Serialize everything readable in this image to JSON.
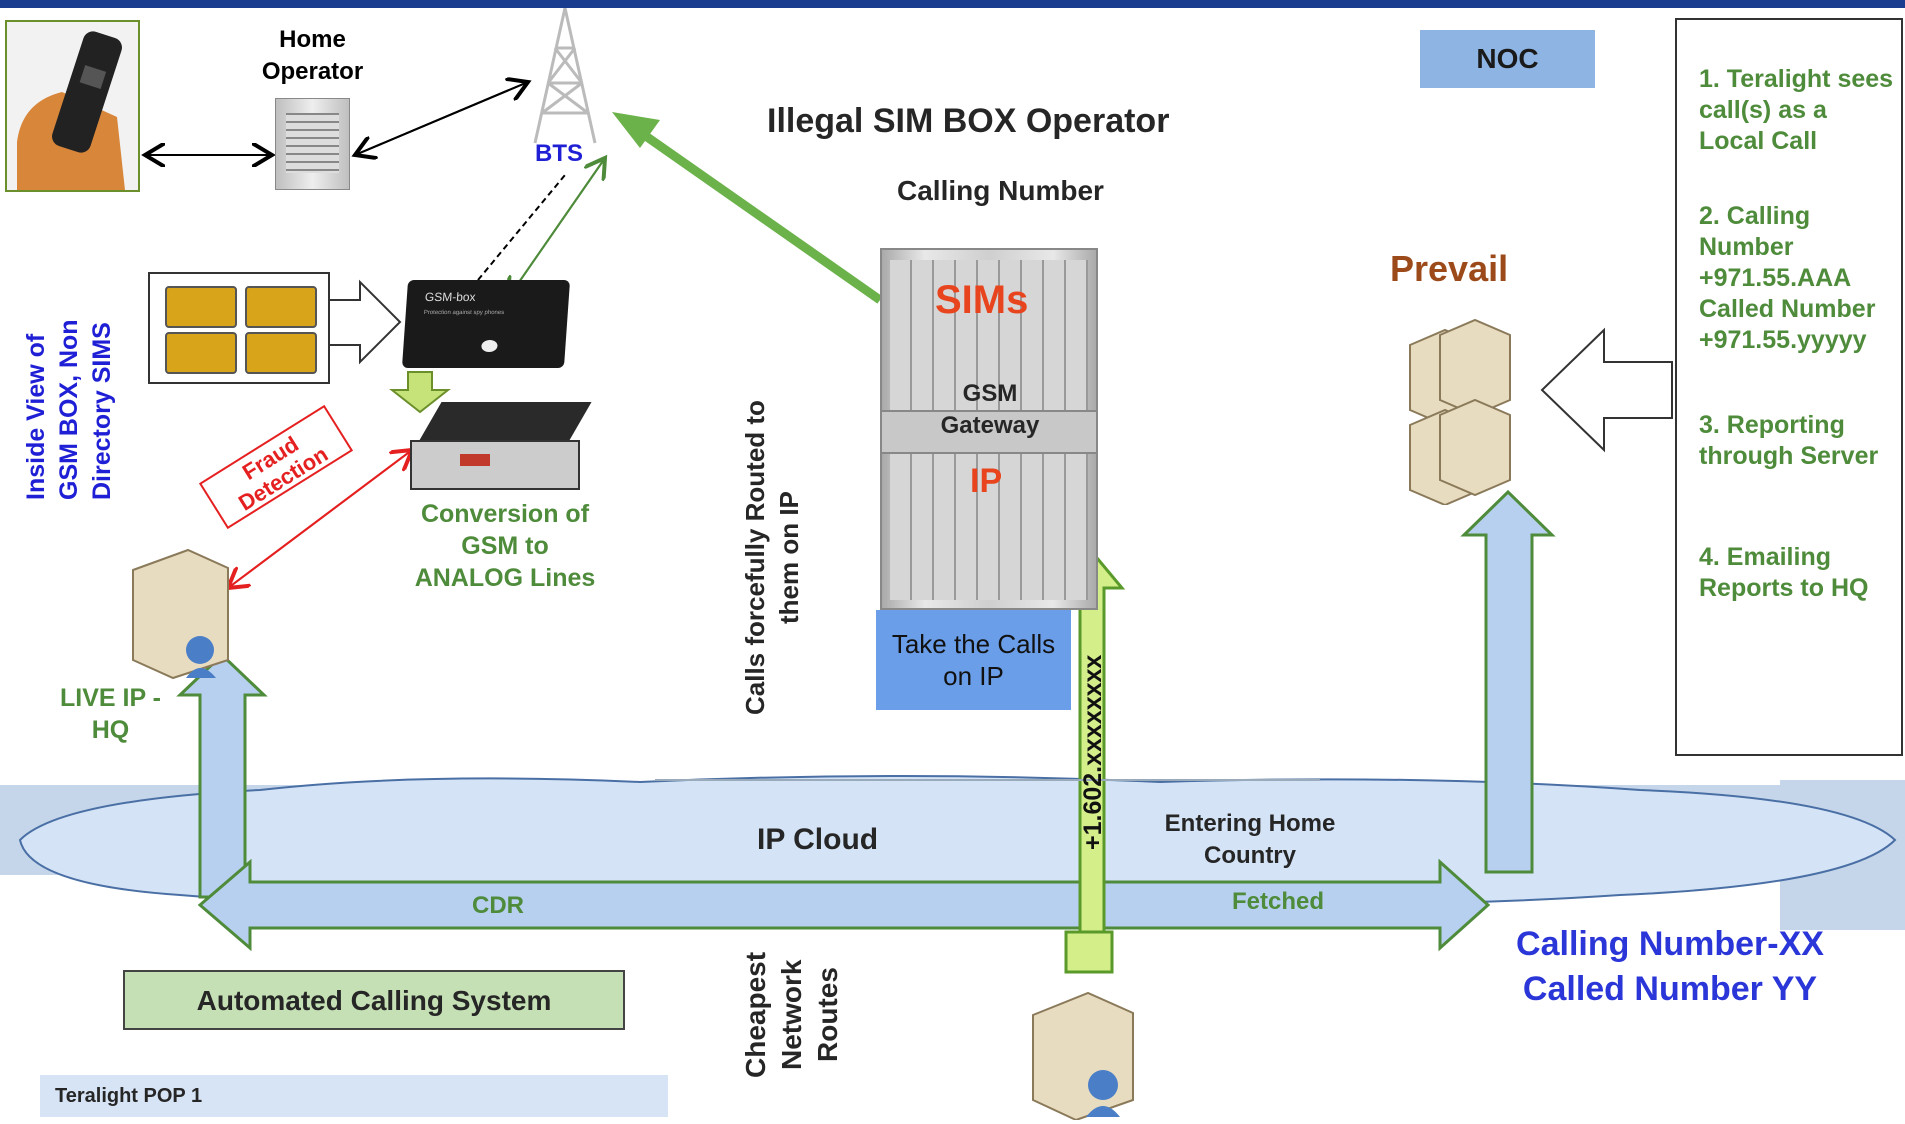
{
  "home_operator": "Home Operator",
  "bts": "BTS",
  "illegal_title": "Illegal SIM BOX Operator",
  "calling_number": "Calling Number",
  "noc": "NOC",
  "prevail": "Prevail",
  "steps": [
    "1. Teralight sees call(s) as a Local Call",
    "2. Calling Number +971.55.AAA Called Number +971.55.yyyyy",
    "3. Reporting through Server",
    "4. Emailing Reports to HQ"
  ],
  "inside_view": "Inside View of GSM BOX, Non Directory SIMS",
  "gsm_box_label": "GSM-box",
  "gsm_box_sub": "Protection against spy phones",
  "fraud_detection": "Fraud Detection",
  "conversion": "Conversion of GSM to ANALOG Lines",
  "sims": "SIMs",
  "gsm_gateway": "GSM Gateway",
  "ip": "IP",
  "take_calls": "Take the Calls on IP",
  "calls_forcefully": "Calls forcefully Routed to them on IP",
  "number_arrow": "+1.602.xxxxxxxx",
  "live_ip": "LIVE IP - HQ",
  "ip_cloud": "IP Cloud",
  "entering_home": "Entering Home Country",
  "cdr": "CDR",
  "fetched": "Fetched",
  "calling_xx": "Calling Number-XX",
  "called_yy": "Called Number YY",
  "automated": "Automated Calling System",
  "pop": "Teralight POP 1",
  "cheapest": "Cheapest Network Routes",
  "colors": {
    "header": "#1a3d8f",
    "green": "#4e8b3a",
    "blue_text": "#1f1fd6",
    "orange": "#e8451e",
    "cloud": "#c9ddf3",
    "noc_box": "#8db4e2",
    "take_box": "#6b9ee8"
  }
}
